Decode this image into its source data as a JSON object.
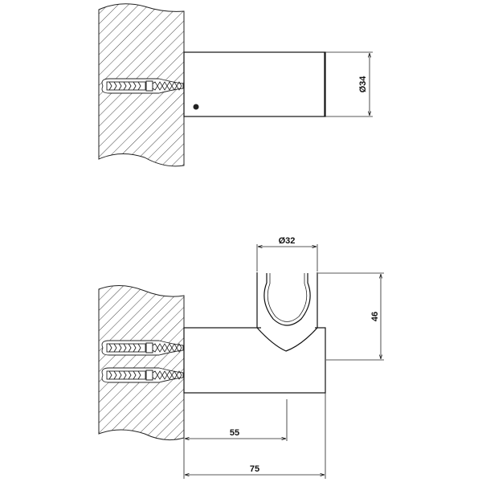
{
  "top_view": {
    "diameter_label": "Ø34"
  },
  "bottom_view": {
    "holder_diameter_label": "Ø32",
    "height_label": "46",
    "center_distance_label": "55",
    "total_depth_label": "75"
  },
  "colors": {
    "line": "#111111",
    "background": "#ffffff"
  }
}
